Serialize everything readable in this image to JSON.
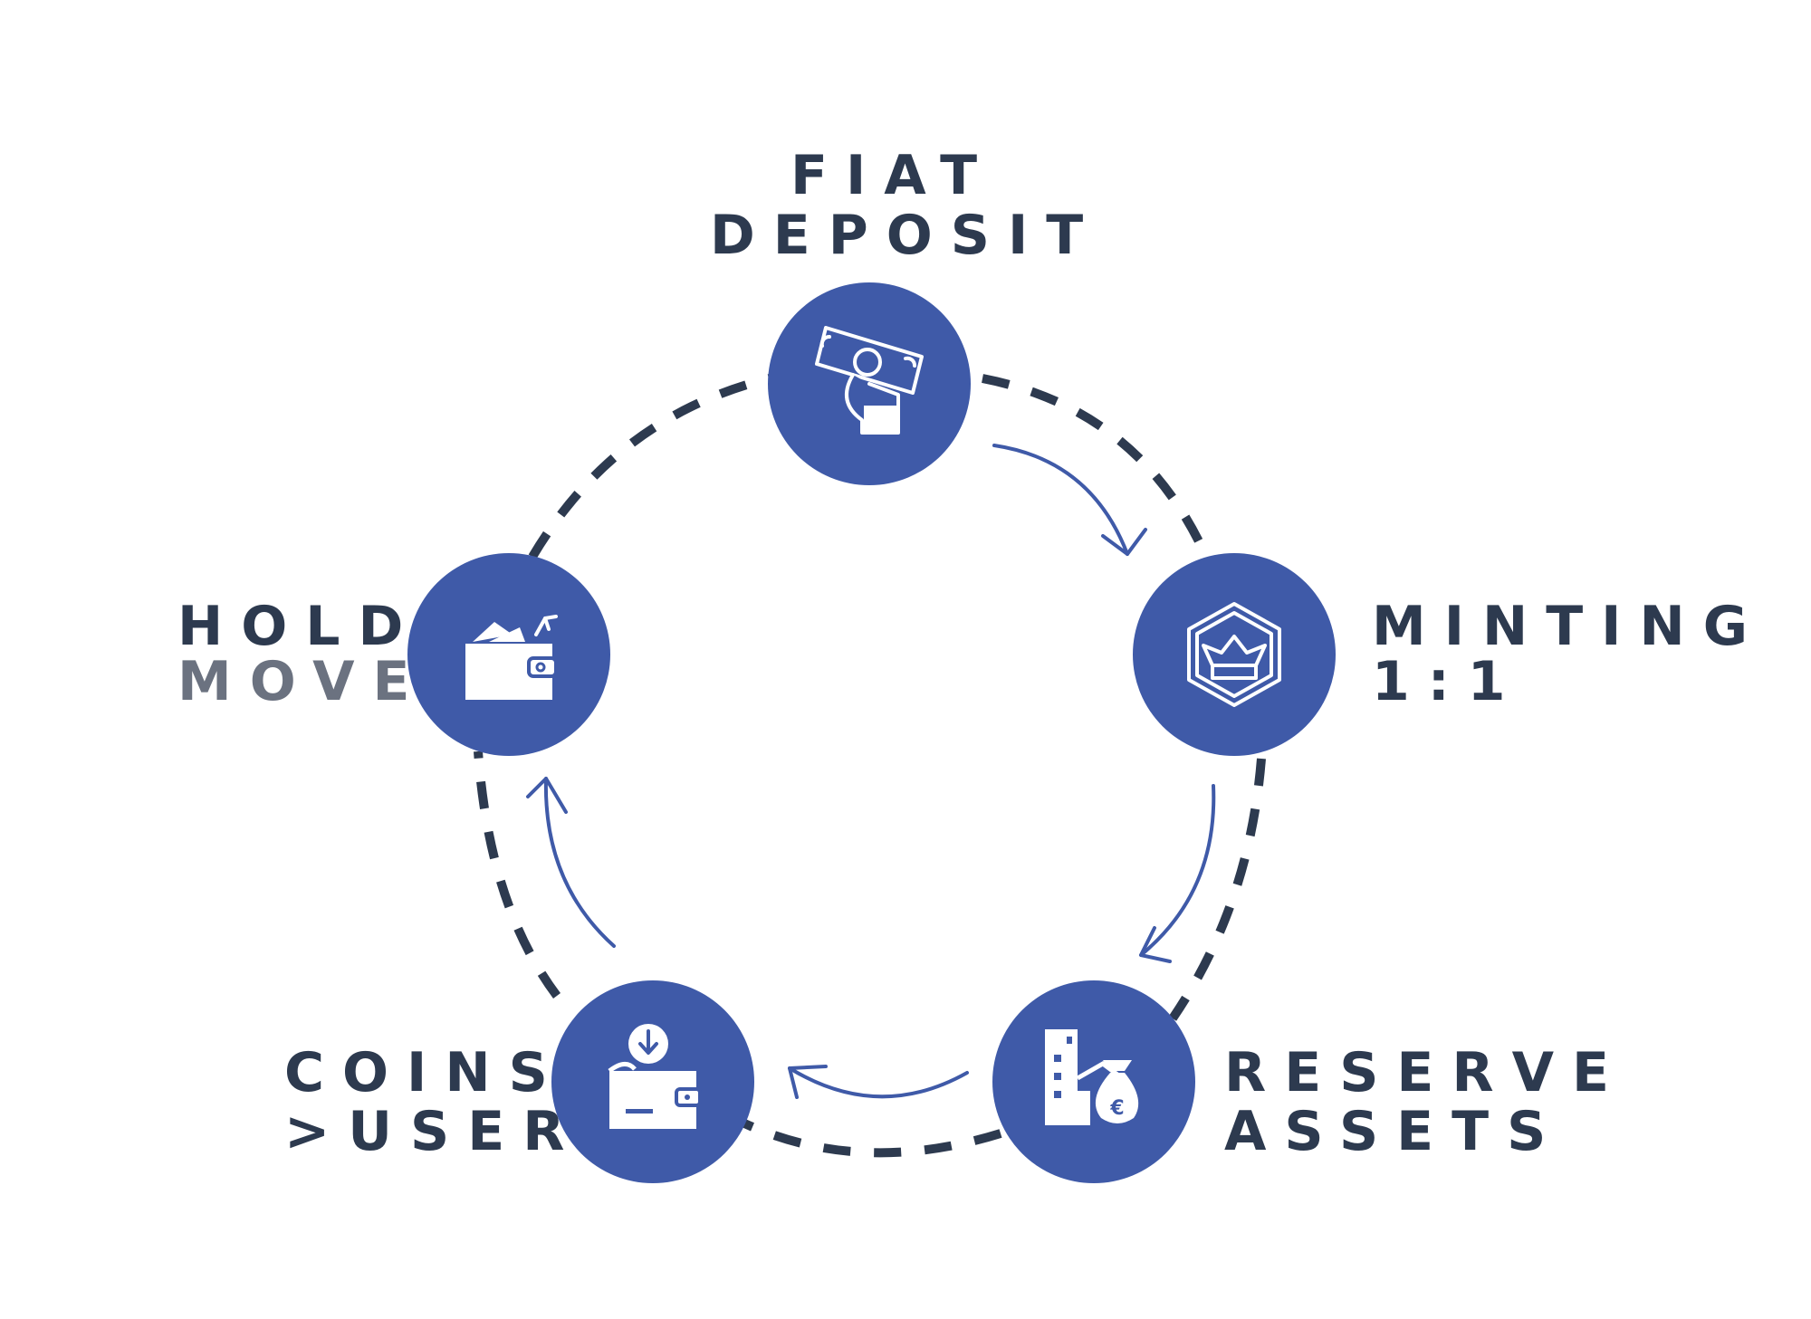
{
  "colors": {
    "node_fill": "#3f5aa8",
    "text_dark": "#2d3a4f",
    "text_muted": "#6b7280",
    "dash": "#2d3a4f",
    "arrow": "#3f5aa8",
    "icon": "#ffffff"
  },
  "steps": [
    {
      "id": "fiat-deposit",
      "icon": "cash-hand-icon",
      "label_line1": "FIAT",
      "label_line2": "DEPOSIT"
    },
    {
      "id": "minting",
      "icon": "crown-hexagon-icon",
      "label_line1": "MINTING",
      "label_line2": "1:1"
    },
    {
      "id": "reserve-assets",
      "icon": "building-moneybag-icon",
      "label_line1": "RESERVE",
      "label_line2": "ASSETS"
    },
    {
      "id": "coins-user",
      "icon": "wallet-download-icon",
      "label_line1": "COINS",
      "label_line2": ">USER"
    },
    {
      "id": "hold-move",
      "icon": "wallet-send-icon",
      "label_line1": "HOLD",
      "label_line2": "MOVE"
    }
  ]
}
